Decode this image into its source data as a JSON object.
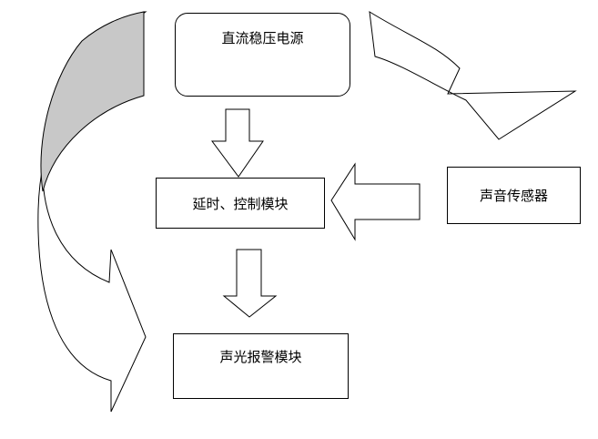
{
  "diagram": {
    "nodes": {
      "power_supply": "直流稳压电源",
      "sound_sensor": "声音传感器",
      "delay_control": "延时、控制模块",
      "alarm": "声光报警模块"
    }
  }
}
